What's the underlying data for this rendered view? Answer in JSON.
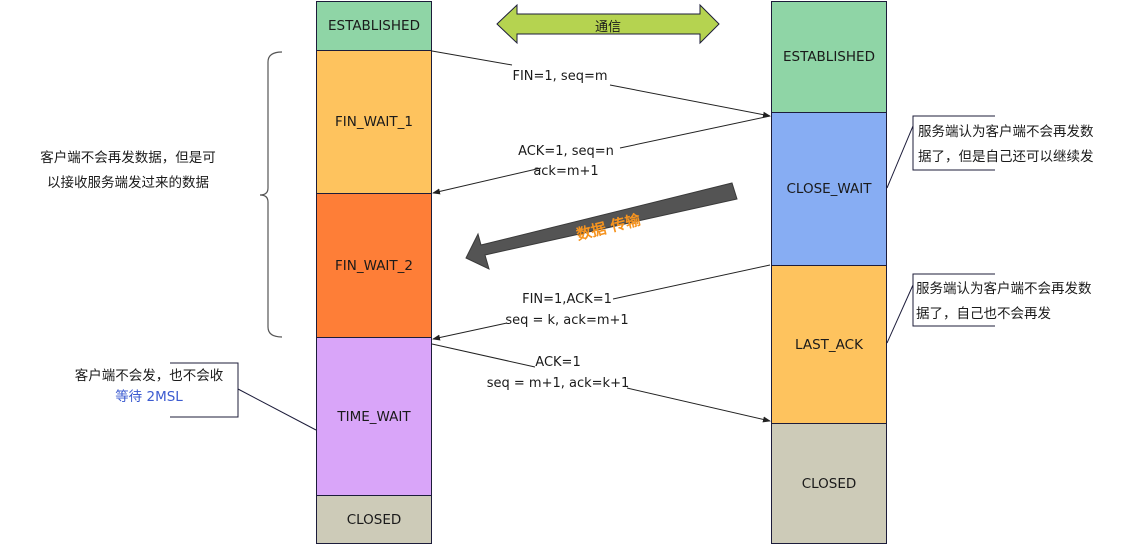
{
  "client_states": [
    {
      "label": "ESTABLISHED",
      "color": "#8fd5a6"
    },
    {
      "label": "FIN_WAIT_1",
      "color": "#fec35e"
    },
    {
      "label": "FIN_WAIT_2",
      "color": "#fe7e37"
    },
    {
      "label": "TIME_WAIT",
      "color": "#d9a5f9"
    },
    {
      "label": "CLOSED",
      "color": "#cdcbb8"
    }
  ],
  "server_states": [
    {
      "label": "ESTABLISHED",
      "color": "#8fd5a6"
    },
    {
      "label": "CLOSE_WAIT",
      "color": "#87adf3"
    },
    {
      "label": "LAST_ACK",
      "color": "#fec35e"
    },
    {
      "label": "CLOSED",
      "color": "#cdcbb8"
    }
  ],
  "communication_arrow": {
    "label": "通信",
    "color": "#b5d350"
  },
  "data_transfer_arrow": {
    "label": "数据 传输",
    "color": "#545454",
    "text_color": "#f5931f"
  },
  "messages": [
    {
      "line1": "FIN=1, seq=m",
      "line2": ""
    },
    {
      "line1": "ACK=1, seq=n",
      "line2": "ack=m+1"
    },
    {
      "line1": "FIN=1,ACK=1",
      "line2": "seq = k, ack=m+1"
    },
    {
      "line1": "ACK=1",
      "line2": "seq = m+1, ack=k+1"
    }
  ],
  "notes": {
    "client_half_close": {
      "line1": "客户端不会再发数据，但是可",
      "line2": "以接收服务端发过来的数据"
    },
    "client_time_wait": {
      "line1": "客户端不会发，也不会收",
      "line2": "等待 2MSL",
      "line2_color": "#3c5bd0"
    },
    "server_close_wait": {
      "line1": "服务端认为客户端不会再发数",
      "line2": "据了，但是自己还可以继续发"
    },
    "server_last_ack": {
      "line1": "服务端认为客户端不会再发数",
      "line2": "据了，自己也不会再发"
    }
  }
}
